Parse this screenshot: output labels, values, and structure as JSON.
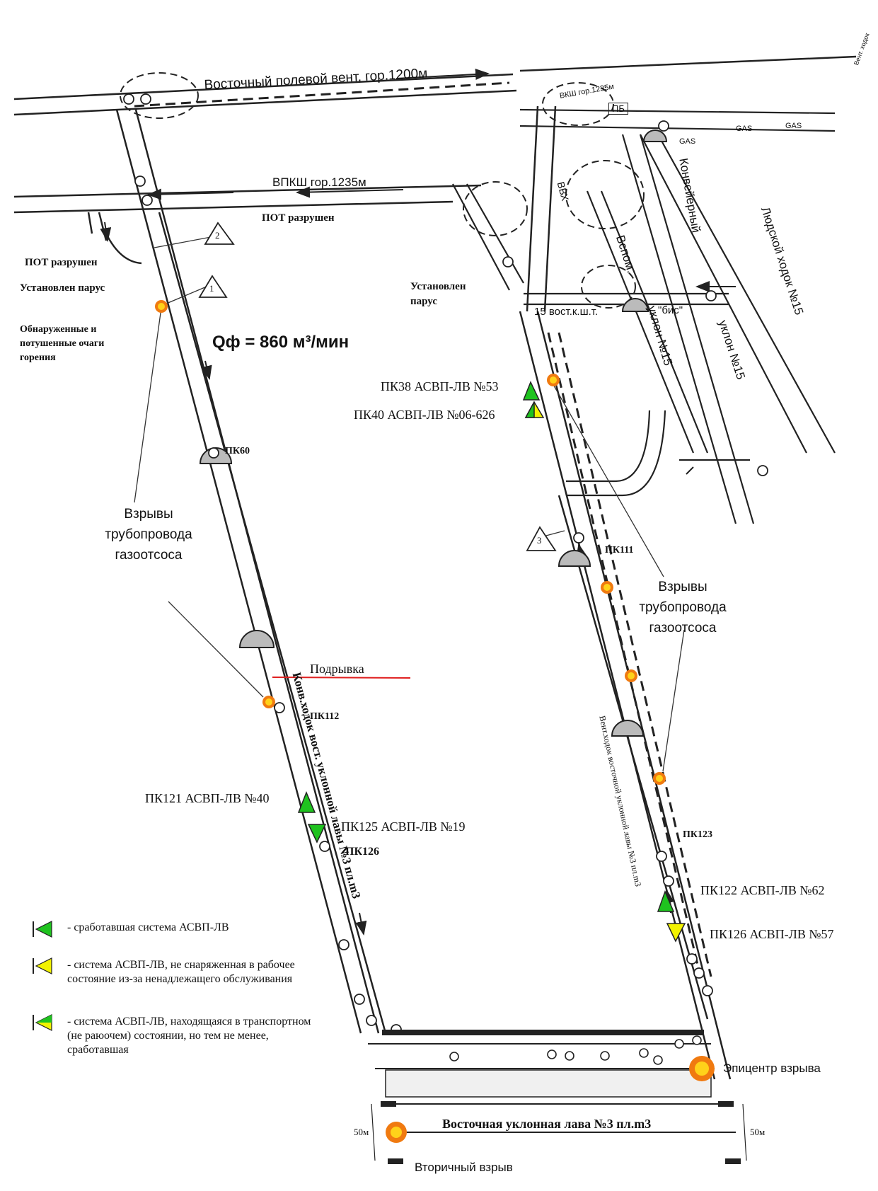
{
  "roads": {
    "east_field_vent": "Восточный полевой вент. гор.1200м",
    "vpksh": "ВПКШ гор.1235м",
    "vksh_small": "ВКШ гор.1235м",
    "conveyor": "Конвейерный",
    "people_drift": "Людской ходок №15",
    "vspom": "Вспом.",
    "uklon_a": "уклон №15",
    "uklon_b": "уклон №15",
    "vrh": "ВВХ",
    "vost_15": "15 вост.к.ш.т.",
    "bis": "\"бис\"",
    "pb": "ПБ",
    "gas": "GAS",
    "left_drift": "Конв.ходок вост. уклонной лавы №3 пл.m3",
    "right_drift": "Вент.ходок восточной уклонной лавы №3 пл.m3",
    "corner_text": "Вент. ходок"
  },
  "annotations": {
    "pot1": "ПОТ разрушен",
    "pot2": "ПОТ разрушен",
    "sail_left": "Установлен парус",
    "sail_right_1": "Установлен",
    "sail_right_2": "парус",
    "fires": "Обнаруженные и потушенные очаги горения",
    "flow": "Qф = 860 м³/мин",
    "explosions_left": "Взрывы трубопровода газоотсоса",
    "explosions_right": "Взрывы трубопровода газоотсоса",
    "podryvka": "Подрывка",
    "epicenter": "Эпицентр взрыва",
    "secondary": "Вторичный взрыв",
    "lava": "Восточная уклонная лава №3 пл.m3",
    "dist_left": "50м",
    "dist_right": "50м",
    "marker1": "1",
    "marker2": "2",
    "marker3": "3"
  },
  "pickets": {
    "pk60": "ПК60",
    "pk111": "ПК111",
    "pk112": "ПК112",
    "pk123": "ПК123",
    "pk126": "ПК126"
  },
  "asvp": {
    "pk38": "ПК38 АСВП-ЛВ №53",
    "pk40": "ПК40  АСВП-ЛВ №06-626",
    "pk121": "ПК121 АСВП-ЛВ №40",
    "pk125": "ПК125 АСВП-ЛВ №19",
    "pk122": "ПК122 АСВП-ЛВ №62",
    "pk126": "ПК126 АСВП-ЛВ №57"
  },
  "legend": [
    {
      "text": "- сработавшая система АСВП-ЛВ",
      "icon": "green-triangle"
    },
    {
      "text": "- система АСВП-ЛВ, не снаряженная в рабочее состояние из-за ненадлежащего обслуживания",
      "icon": "yellow-triangle"
    },
    {
      "text": "- система АСВП-ЛВ, находящаяся в транспортном (не раюочем) состоянии, но тем не менее, сработавшая",
      "icon": "green-yellow-triangle"
    }
  ],
  "colors": {
    "line": "#222222",
    "green": "#1fc31f",
    "yellow": "#f2f200",
    "explosion": "#f07a10",
    "explosion_core": "#ffd21a",
    "red_line": "#e02020"
  }
}
